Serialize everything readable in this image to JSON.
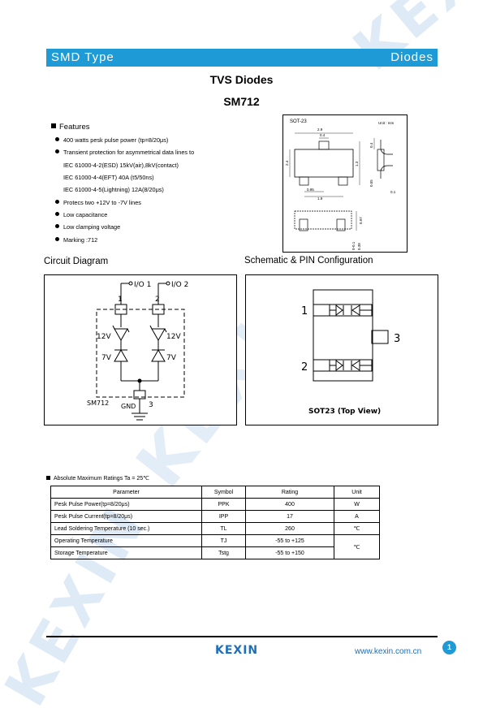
{
  "header": {
    "left": "SMD Type",
    "right": "Diodes"
  },
  "title": "TVS Diodes",
  "part": "SM712",
  "features": {
    "heading": "Features",
    "items": [
      "400 watts pesk pulse power (tp=8/20μs)",
      "Transient protection for asymmetrical data lines to",
      "IEC 61000-4-2(ESD) 15kV(air),8kV(contact)",
      "IEC 61000-4-4(EFT) 40A (t5/50ns)",
      "IEC 61000-4-5(Lightning) 12A(8/20μs)",
      "Protecs two +12V to -7V lines",
      "Low capacitance",
      "Low clamping voltage",
      "Marking :712"
    ]
  },
  "package": {
    "name": "SOT-23",
    "unit": "Unit : mm",
    "dims": [
      "2.9",
      "0.4",
      "2.4",
      "1.3",
      "0.95",
      "1.9",
      "0.4",
      "0.55",
      "0.1",
      "0.97",
      "0-0.1",
      "0.38"
    ]
  },
  "circuit": {
    "title": "Circuit Diagram",
    "io1": "I/O 1",
    "io2": "I/O 2",
    "pin1": "1",
    "pin2": "2",
    "pin3": "3",
    "v12a": "12V",
    "v12b": "12V",
    "v7a": "7V",
    "v7b": "7V",
    "device": "SM712",
    "gnd": "GND"
  },
  "schematic": {
    "title": "Schematic & PIN Configuration",
    "pin1": "1",
    "pin2": "2",
    "pin3": "3",
    "caption": "SOT23 (Top View)"
  },
  "ratings": {
    "title": "Absolute Maximum Ratings Ta = 25℃",
    "headers": [
      "Parameter",
      "Symbol",
      "Rating",
      "Unit"
    ],
    "rows": [
      [
        "Pesk Pulse Power(tp=8/20μs)",
        "PPK",
        "400",
        "W"
      ],
      [
        "Pesk Pulse Current(tp=8/20μs)",
        "IPP",
        "17",
        "A"
      ],
      [
        "Lead Soldering Temperature (10 sec.)",
        "TL",
        "260",
        "℃"
      ],
      [
        "Operating Temperature",
        "TJ",
        "-55 to +125",
        "℃"
      ],
      [
        "Storage Temperature",
        "Tstg",
        "-55 to +150",
        ""
      ]
    ]
  },
  "footer": {
    "logo": "KEXIN",
    "url": "www.kexin.com.cn",
    "page": "1"
  },
  "watermark": {
    "text": "KEXIN"
  },
  "colors": {
    "accent": "#1e9bd7",
    "brand": "#1e6fb8",
    "watermark": "#dfeaf7"
  }
}
